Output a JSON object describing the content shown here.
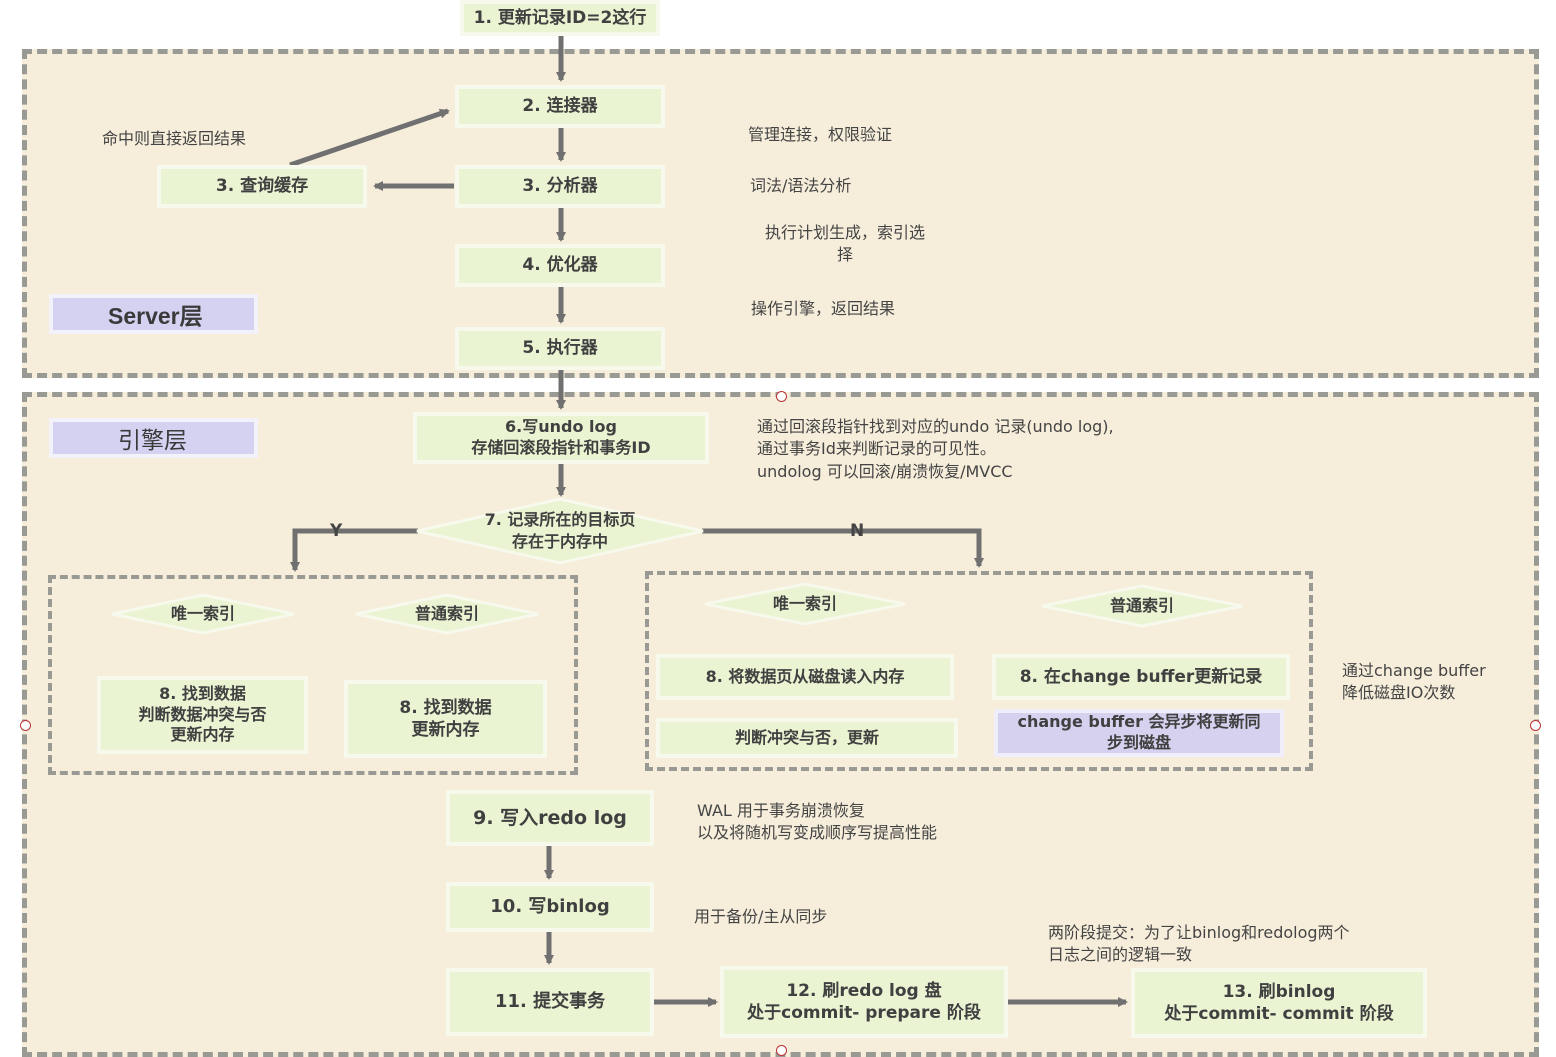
{
  "steps": {
    "s1": "1. 更新记录ID=2这行",
    "s2": "2. 连接器",
    "s3_cache": "3. 查询缓存",
    "s3": "3. 分析器",
    "s4": "4. 优化器",
    "s5": "5. 执行器",
    "s6": "6.写undo log\n存储回滚段指针和事务ID",
    "s7": "7. 记录所在的目标页\n存在于内存中",
    "left_unique": "唯一索引",
    "left_normal": "普通索引",
    "s8_left_unique": "8. 找到数据\n判断数据冲突与否\n更新内存",
    "s8_left_normal": "8. 找到数据\n更新内存",
    "right_unique": "唯一索引",
    "right_normal": "普通索引",
    "s8_right_unique": "8. 将数据页从磁盘读入内存",
    "right_unique_2": "判断冲突与否，更新",
    "s8_right_normal": "8. 在change buffer更新记录",
    "right_normal_2": "change buffer 会异步将更新同\n步到磁盘",
    "s9": "9. 写入redo log",
    "s10": "10. 写binlog",
    "s11": "11. 提交事务",
    "s12": "12. 刷redo log 盘\n处于commit- prepare 阶段",
    "s13": "13. 刷binlog\n处于commit- commit 阶段"
  },
  "layers": {
    "server": "Server层",
    "engine": "引擎层"
  },
  "branch": {
    "yes": "Y",
    "no": "N"
  },
  "notes": {
    "cache_hit": "命中则直接返回结果",
    "connector": "管理连接，权限验证",
    "analyzer": "词法/语法分析",
    "optimizer": "执行计划生成，索引选\n择",
    "executor": "操作引擎，返回结果",
    "undo": "通过回滚段指针找到对应的undo 记录(undo log),\n通过事务Id来判断记录的可见性。\nundolog 可以回滚/崩溃恢复/MVCC",
    "change_buffer": "通过change buffer\n降低磁盘IO次数",
    "redo": "WAL 用于事务崩溃恢复\n以及将随机写变成顺序写提高性能",
    "binlog": "用于备份/主从同步",
    "two_phase": "两阶段提交：为了让binlog和redolog两个\n日志之间的逻辑一致"
  },
  "colors": {
    "region_fill": "#f6eedb",
    "box_fill": "#eaf4d3",
    "badge_fill": "#d4d2f0",
    "arrow": "#707070"
  }
}
